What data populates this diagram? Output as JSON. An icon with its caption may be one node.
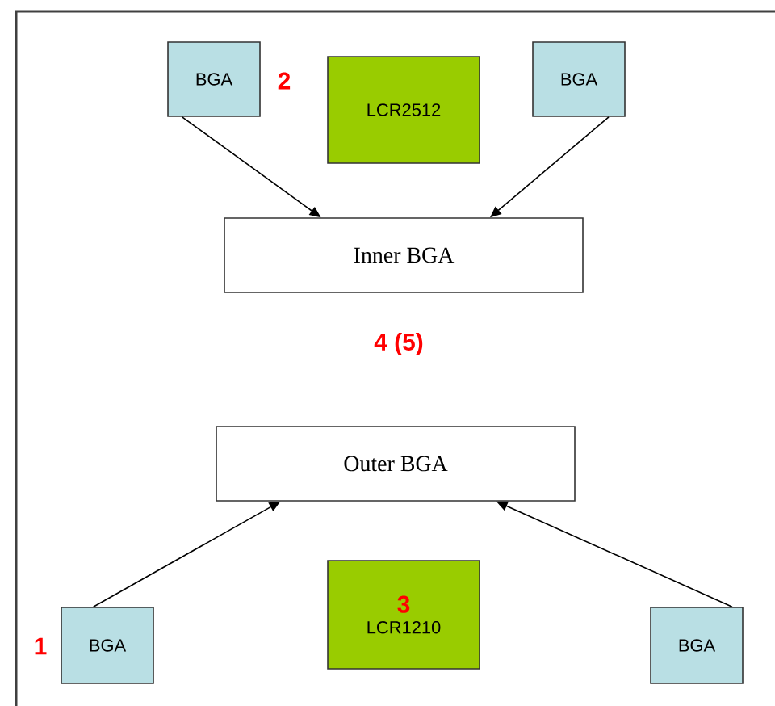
{
  "diagram": {
    "nodes": [
      {
        "text": [
          "BGA"
        ],
        "beside": [
          "2"
        ]
      },
      {
        "text": [
          "LCR2512"
        ]
      },
      {
        "text": [
          "BGA"
        ]
      },
      {
        "text": [
          "Inner BGA"
        ]
      },
      {
        "text": [
          "Outer BGA"
        ]
      },
      {
        "text": [
          "BGA"
        ],
        "beside": [
          "1"
        ]
      },
      {
        "text": [
          "3",
          "LCR1210"
        ]
      },
      {
        "text": [
          "BGA"
        ]
      }
    ],
    "edges": [
      {
        "from": 0,
        "to": 3,
        "arrow": "to"
      },
      {
        "from": 2,
        "to": 3,
        "arrow": "to"
      },
      {
        "from": 5,
        "to": 4,
        "arrow": "to"
      },
      {
        "from": 7,
        "to": 4,
        "arrow": "to"
      }
    ],
    "labels": [
      "4 (5)"
    ]
  }
}
